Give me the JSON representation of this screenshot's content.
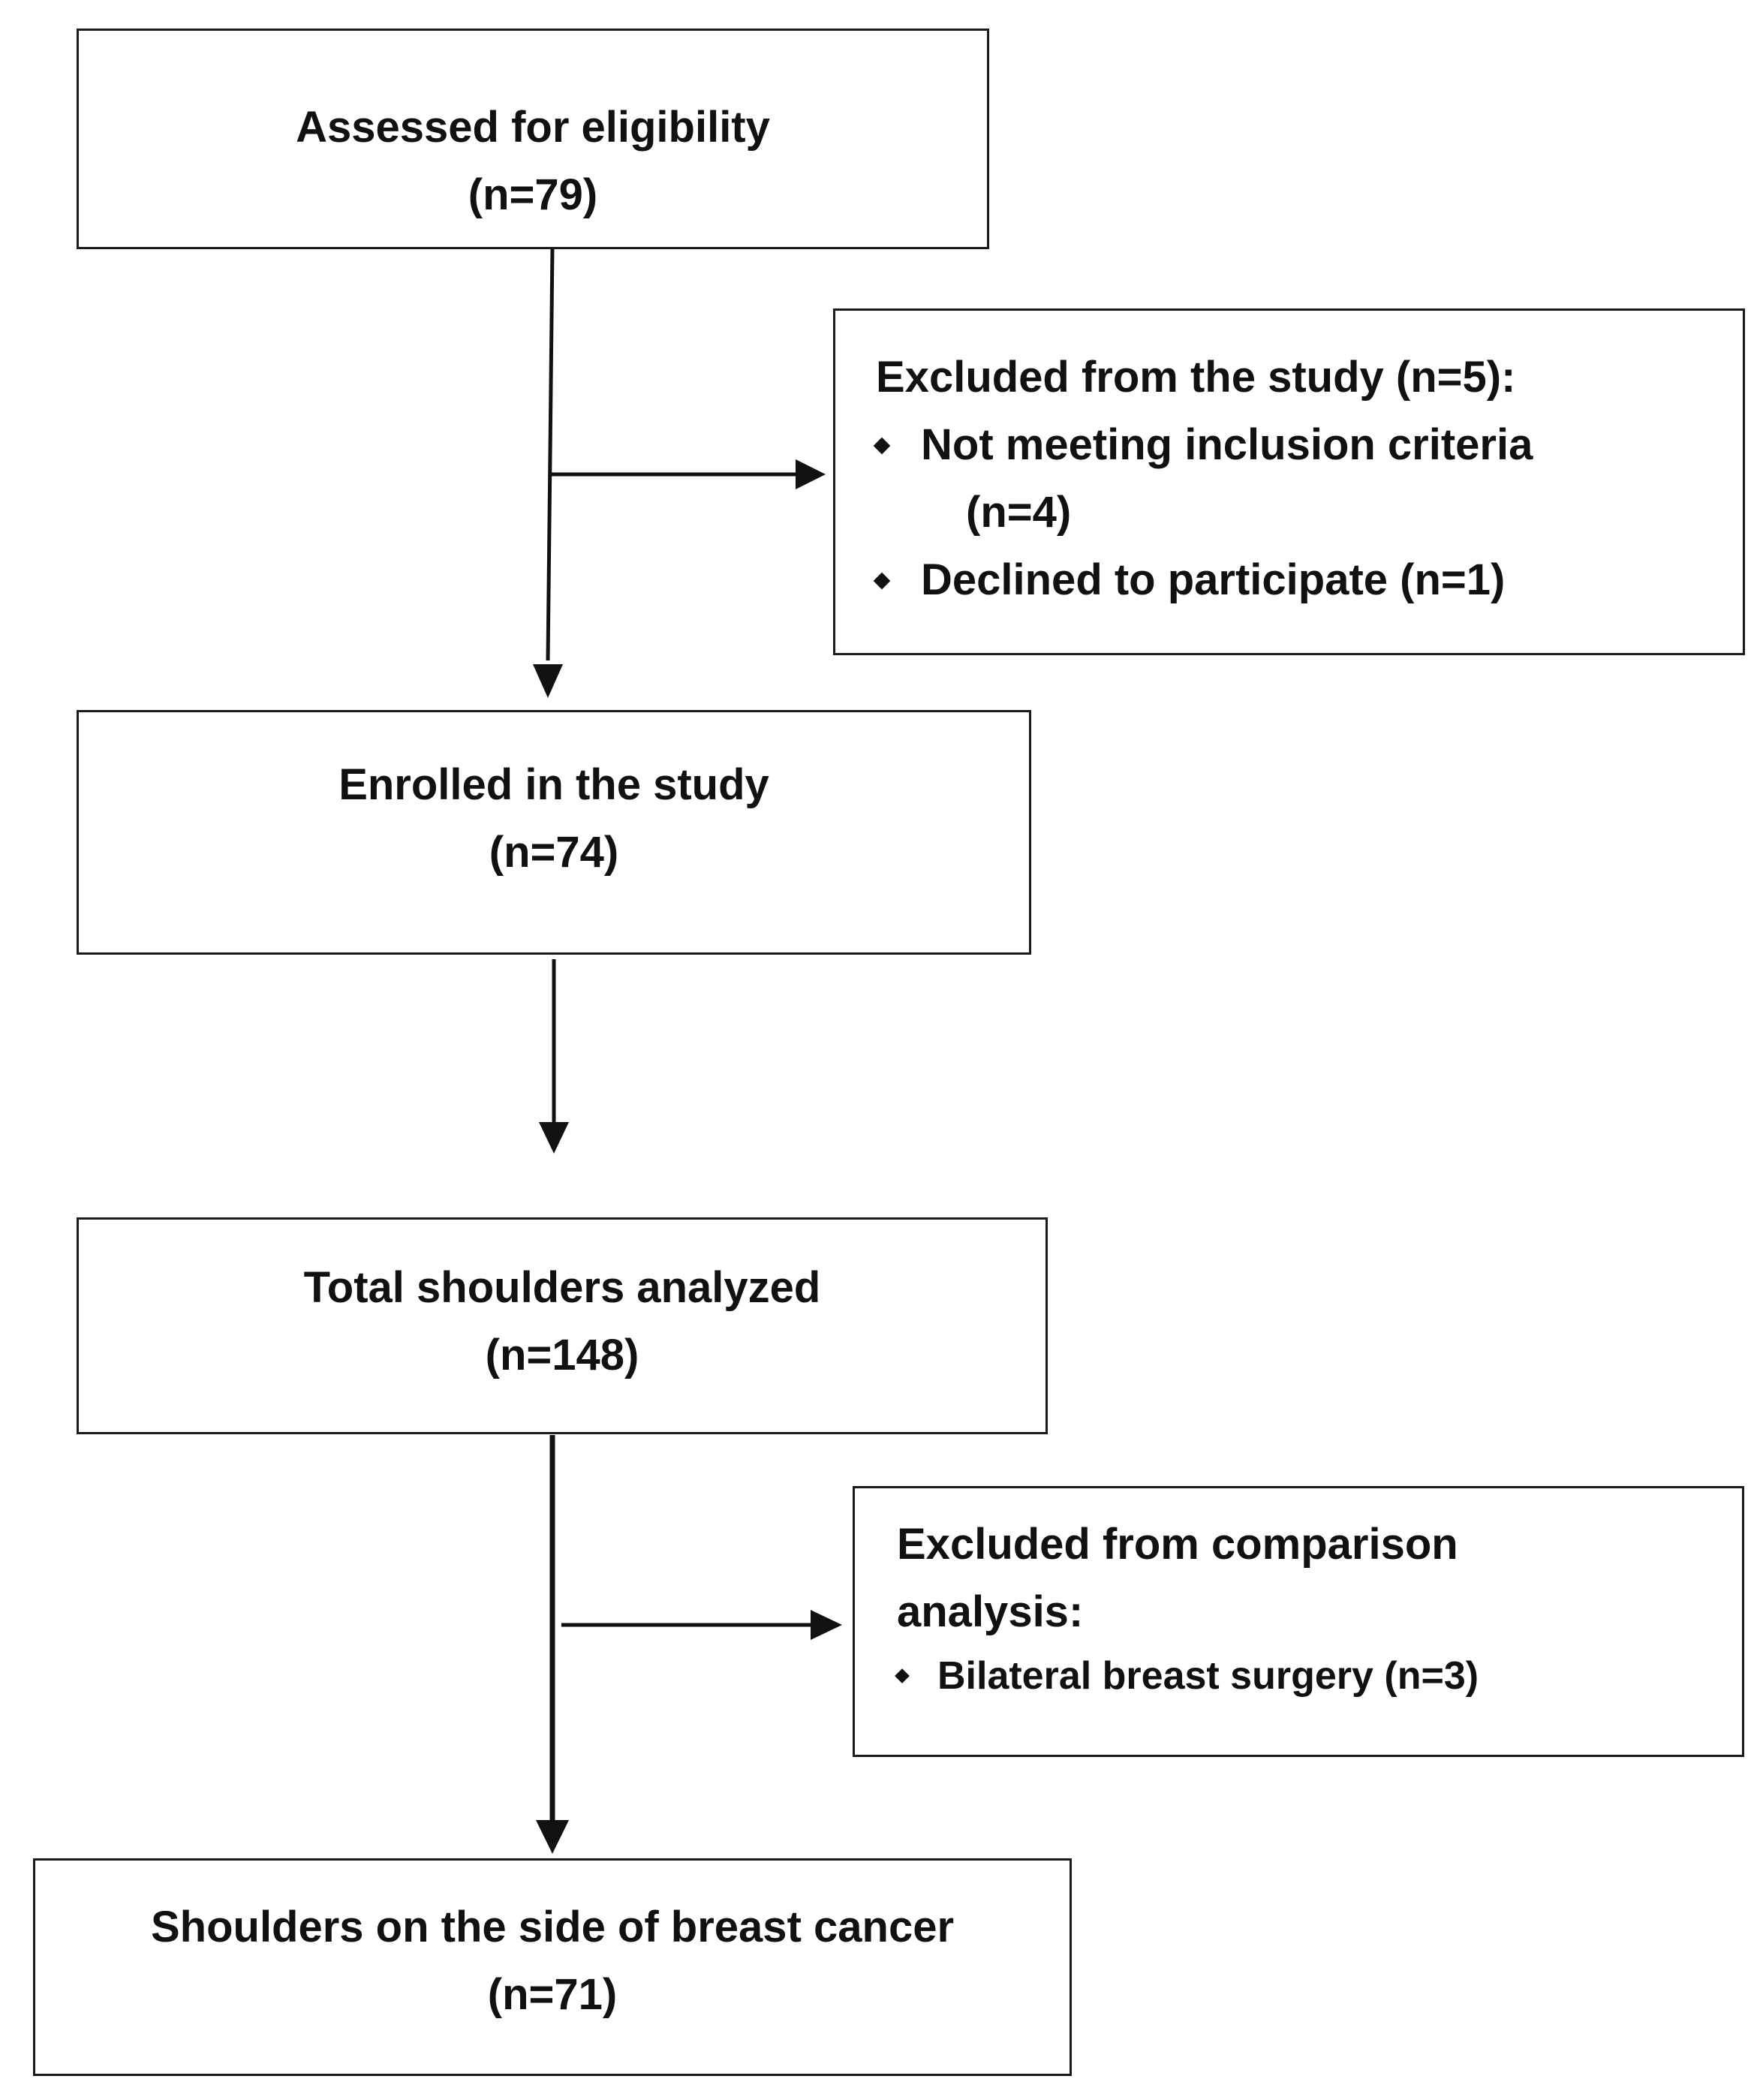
{
  "boxes": {
    "assessed": {
      "title": "Assessed for eligibility",
      "count": "(n=79)"
    },
    "excluded_study": {
      "title": "Excluded from the study (n=5):",
      "items": [
        {
          "label": "Not meeting inclusion criteria",
          "continuation": "(n=4)"
        },
        {
          "label": "Declined to participate (n=1)"
        }
      ]
    },
    "enrolled": {
      "title": "Enrolled in the study",
      "count": "(n=74)"
    },
    "total_shoulders": {
      "title": "Total shoulders analyzed",
      "count": "(n=148)"
    },
    "excluded_comparison": {
      "title_line1": "Excluded from comparison",
      "title_line2": "analysis:",
      "items": [
        {
          "label": "Bilateral breast surgery (n=3)"
        }
      ]
    },
    "cancer_side": {
      "title": "Shoulders on the side of breast cancer",
      "count": "(n=71)"
    }
  },
  "colors": {
    "border": "#1a1a1a",
    "text": "#111111",
    "background": "#ffffff"
  }
}
